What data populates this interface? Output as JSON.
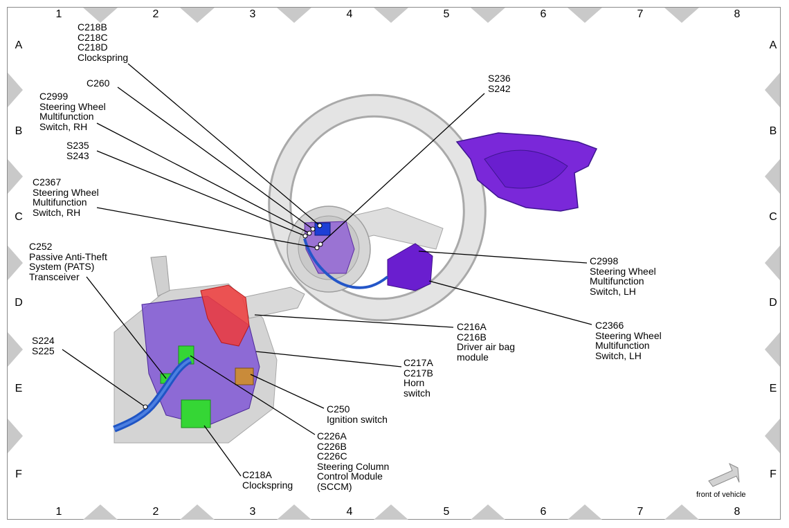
{
  "grid": {
    "columns": [
      "1",
      "2",
      "3",
      "4",
      "5",
      "6",
      "7",
      "8"
    ],
    "rows": [
      "A",
      "B",
      "C",
      "D",
      "E",
      "F"
    ]
  },
  "labels": {
    "c218bcd": "C218B\nC218C\nC218D\nClockspring",
    "c260": "C260",
    "c2999": "C2999\nSteering Wheel\nMultifunction\nSwitch, RH",
    "s235": "S235\nS243",
    "c2367": "C2367\nSteering Wheel\nMultifunction\nSwitch, RH",
    "c252": "C252\nPassive Anti-Theft\nSystem (PATS)\nTransceiver",
    "s224": "S224\nS225",
    "s236": "S236\nS242",
    "c2998": "C2998\nSteering Wheel\nMultifunction\nSwitch, LH",
    "c2366": "C2366\nSteering Wheel\nMultifunction\nSwitch, LH",
    "c216": "C216A\nC216B\nDriver air bag\nmodule",
    "c217": "C217A\nC217B\nHorn\nswitch",
    "c250": "C250\nIgnition switch",
    "c226": "C226A\nC226B\nC226C\nSteering Column\nControl Module\n(SCCM)",
    "c218a": "C218A\nClockspring"
  },
  "front_of_vehicle": "front of vehicle",
  "colors": {
    "purple": "#7b2fd6",
    "red": "#ee3535",
    "green": "#36d636",
    "blue": "#2456c8",
    "grey": "#d8d8d8"
  }
}
